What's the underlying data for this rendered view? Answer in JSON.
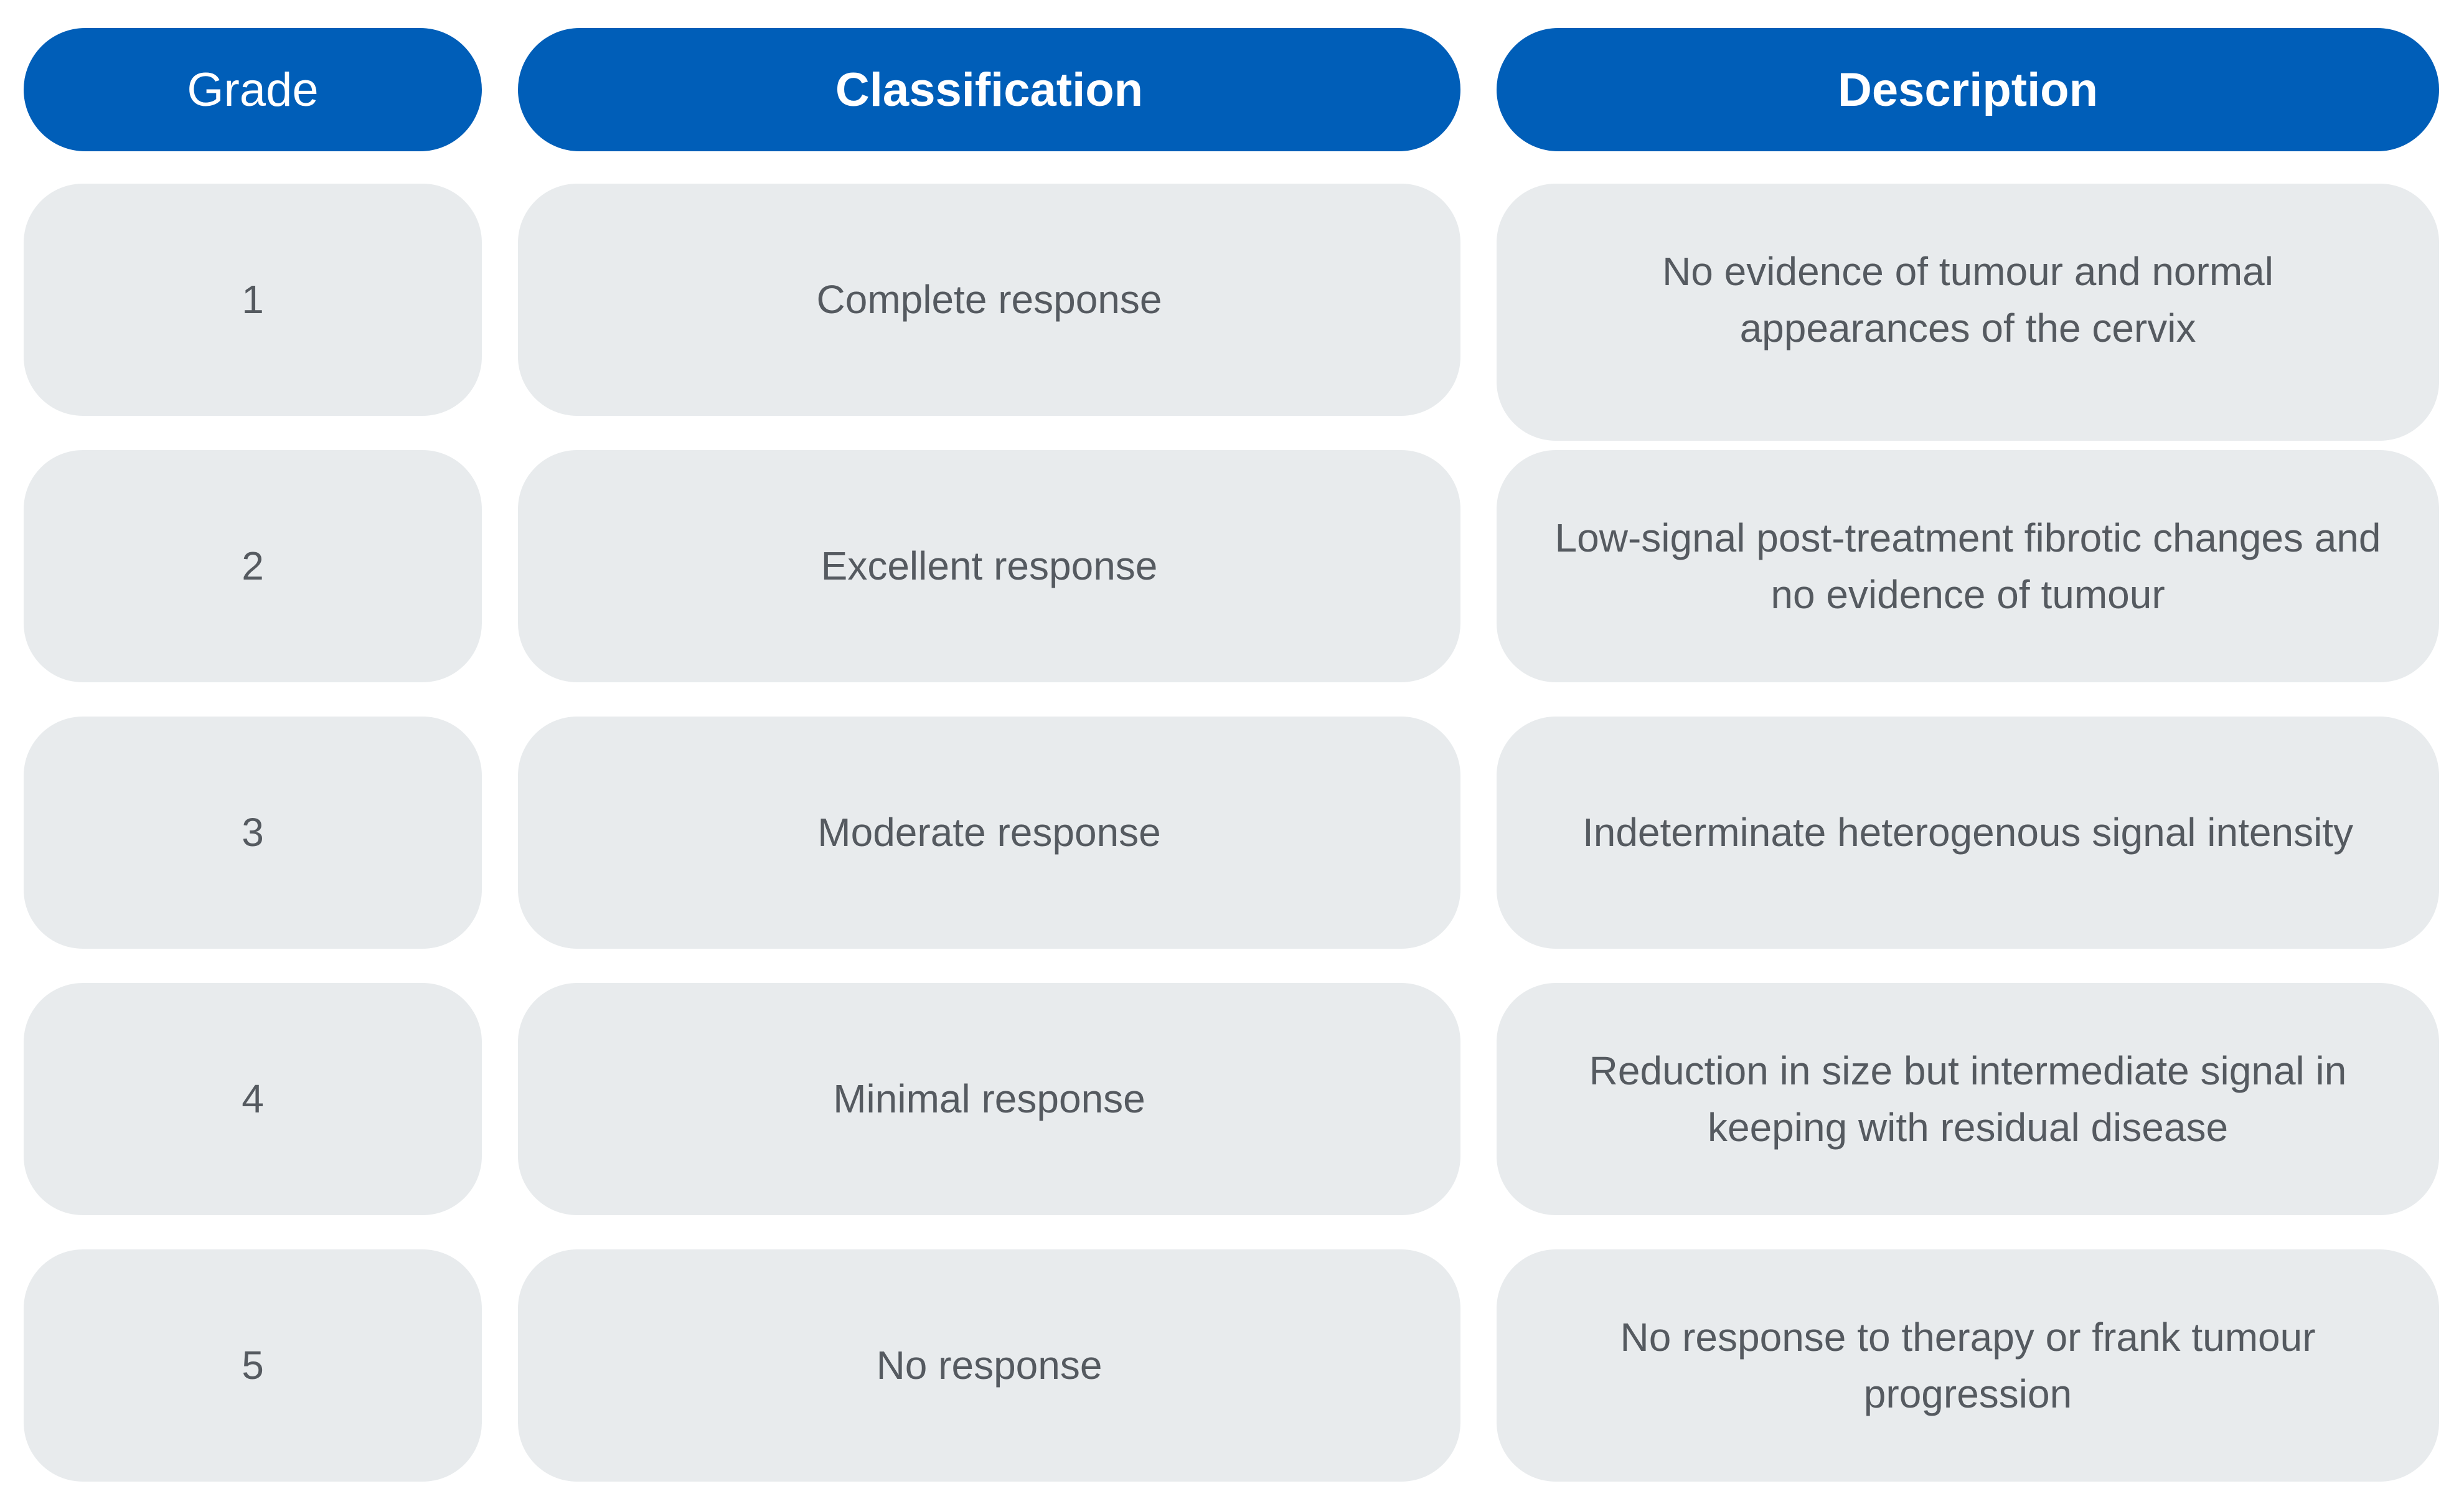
{
  "headers": {
    "grade": "Grade",
    "classification": "Classification",
    "description": "Description"
  },
  "rows": [
    {
      "grade": "1",
      "classification": "Complete response",
      "description": [
        "No evidence of tumour and normal",
        "appearances of the cervix"
      ]
    },
    {
      "grade": "2",
      "classification": "Excellent response",
      "description": [
        "Low-signal post-treatment fibrotic changes and",
        "no evidence of tumour"
      ]
    },
    {
      "grade": "3",
      "classification": "Moderate response",
      "description": [
        "Indeterminate heterogenous signal intensity"
      ]
    },
    {
      "grade": "4",
      "classification": "Minimal response",
      "description": [
        "Reduction in size but intermediate signal in",
        "keeping with residual disease"
      ]
    },
    {
      "grade": "5",
      "classification": "No response",
      "description": [
        "No response to therapy or frank tumour",
        "progression"
      ]
    }
  ],
  "colors": {
    "header_bg": "#005eb8",
    "header_text": "#ffffff",
    "cell_bg": "#e8ebed",
    "cell_text": "#555a60"
  }
}
